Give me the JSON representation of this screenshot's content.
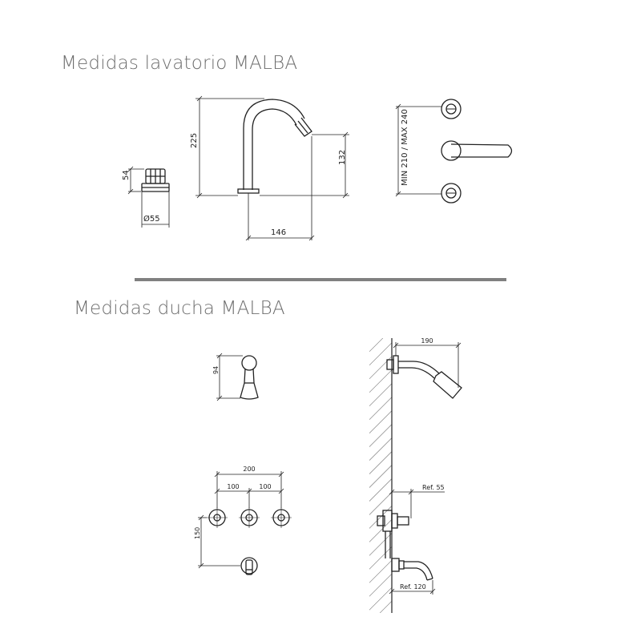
{
  "titles": {
    "washbasin": "Medidas lavatorio MALBA",
    "shower": "Medidas ducha MALBA"
  },
  "washbasin": {
    "handle_height": "54",
    "handle_diameter": "Ø55",
    "spout_height": "225",
    "spout_outlet_height": "132",
    "spout_reach": "146",
    "handle_spacing": "MIN 210 / MAX 240"
  },
  "shower": {
    "head_height": "94",
    "arm_length": "190",
    "valve_total_spacing": "200",
    "valve_spacing_left": "100",
    "valve_spacing_right": "100",
    "valve_to_spout": "150",
    "ref_upper": "Ref. 55",
    "ref_lower": "Ref. 120"
  },
  "colors": {
    "title": "#6e6e6e",
    "divider": "#808080",
    "line": "#222222"
  }
}
